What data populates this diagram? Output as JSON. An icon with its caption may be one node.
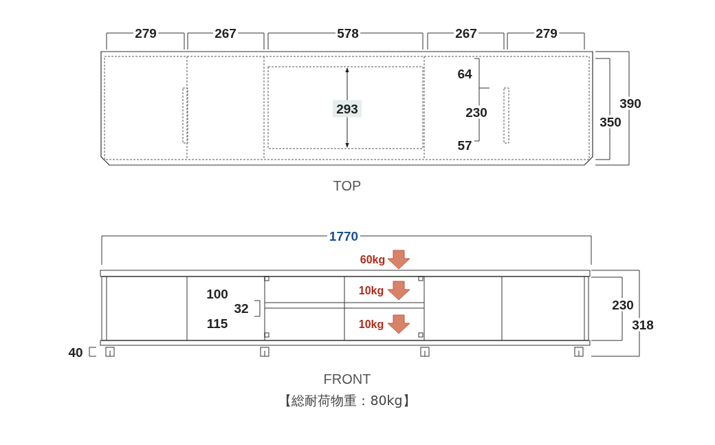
{
  "diagram": {
    "labels": [
      "279",
      "267",
      "578",
      "267",
      "279",
      "64",
      "293",
      "230",
      "390",
      "350",
      "57",
      "TOP",
      "1770",
      "60kg",
      "100",
      "10kg",
      "32",
      "230",
      "115",
      "10kg",
      "318",
      "40",
      "FRONT",
      "【総耐荷物重：80kg】"
    ]
  }
}
